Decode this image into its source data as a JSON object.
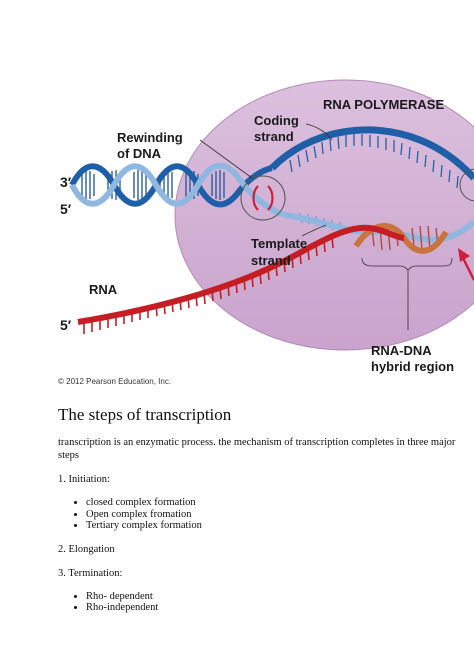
{
  "figure": {
    "labels": {
      "polymerase": "RNA POLYMERASE",
      "coding1": "Coding",
      "coding2": "strand",
      "rewinding1": "Rewinding",
      "rewinding2": "of DNA",
      "end3": "3′",
      "end5_top": "5′",
      "template1": "Template",
      "template2": "strand",
      "rna": "RNA",
      "end5_rna": "5′",
      "hybrid1": "RNA-DNA",
      "hybrid2": "hybrid region"
    },
    "credit": "© 2012 Pearson Education, Inc.",
    "colors": {
      "polymerase": "#d6b6d8",
      "coding_strand": "#1f5fa8",
      "template_strand": "#8fb7e0",
      "rna": "#c41e24",
      "arrow": "#d01f3c"
    }
  },
  "doc": {
    "heading": "The steps of transcription",
    "intro": "transcription is an enzymatic process. the mechanism of transcription completes in three major steps",
    "step1": {
      "title": "1. Initiation:",
      "items": [
        "closed complex formation",
        "Open complex fromation",
        "Tertiary complex formation"
      ]
    },
    "step2": {
      "title": "2. Elongation"
    },
    "step3": {
      "title": "3. Termination:",
      "items": [
        "Rho- dependent",
        "Rho-independent"
      ]
    }
  }
}
